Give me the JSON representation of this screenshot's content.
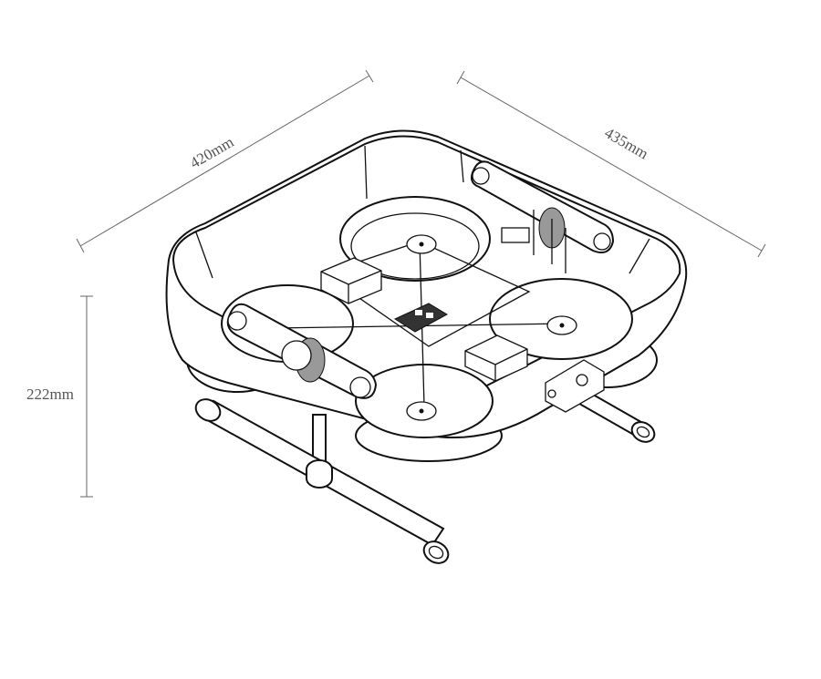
{
  "drawing": {
    "subject": "drone",
    "dimensions": {
      "width_label": "420mm",
      "depth_label": "435mm",
      "height_label": "222mm"
    }
  }
}
